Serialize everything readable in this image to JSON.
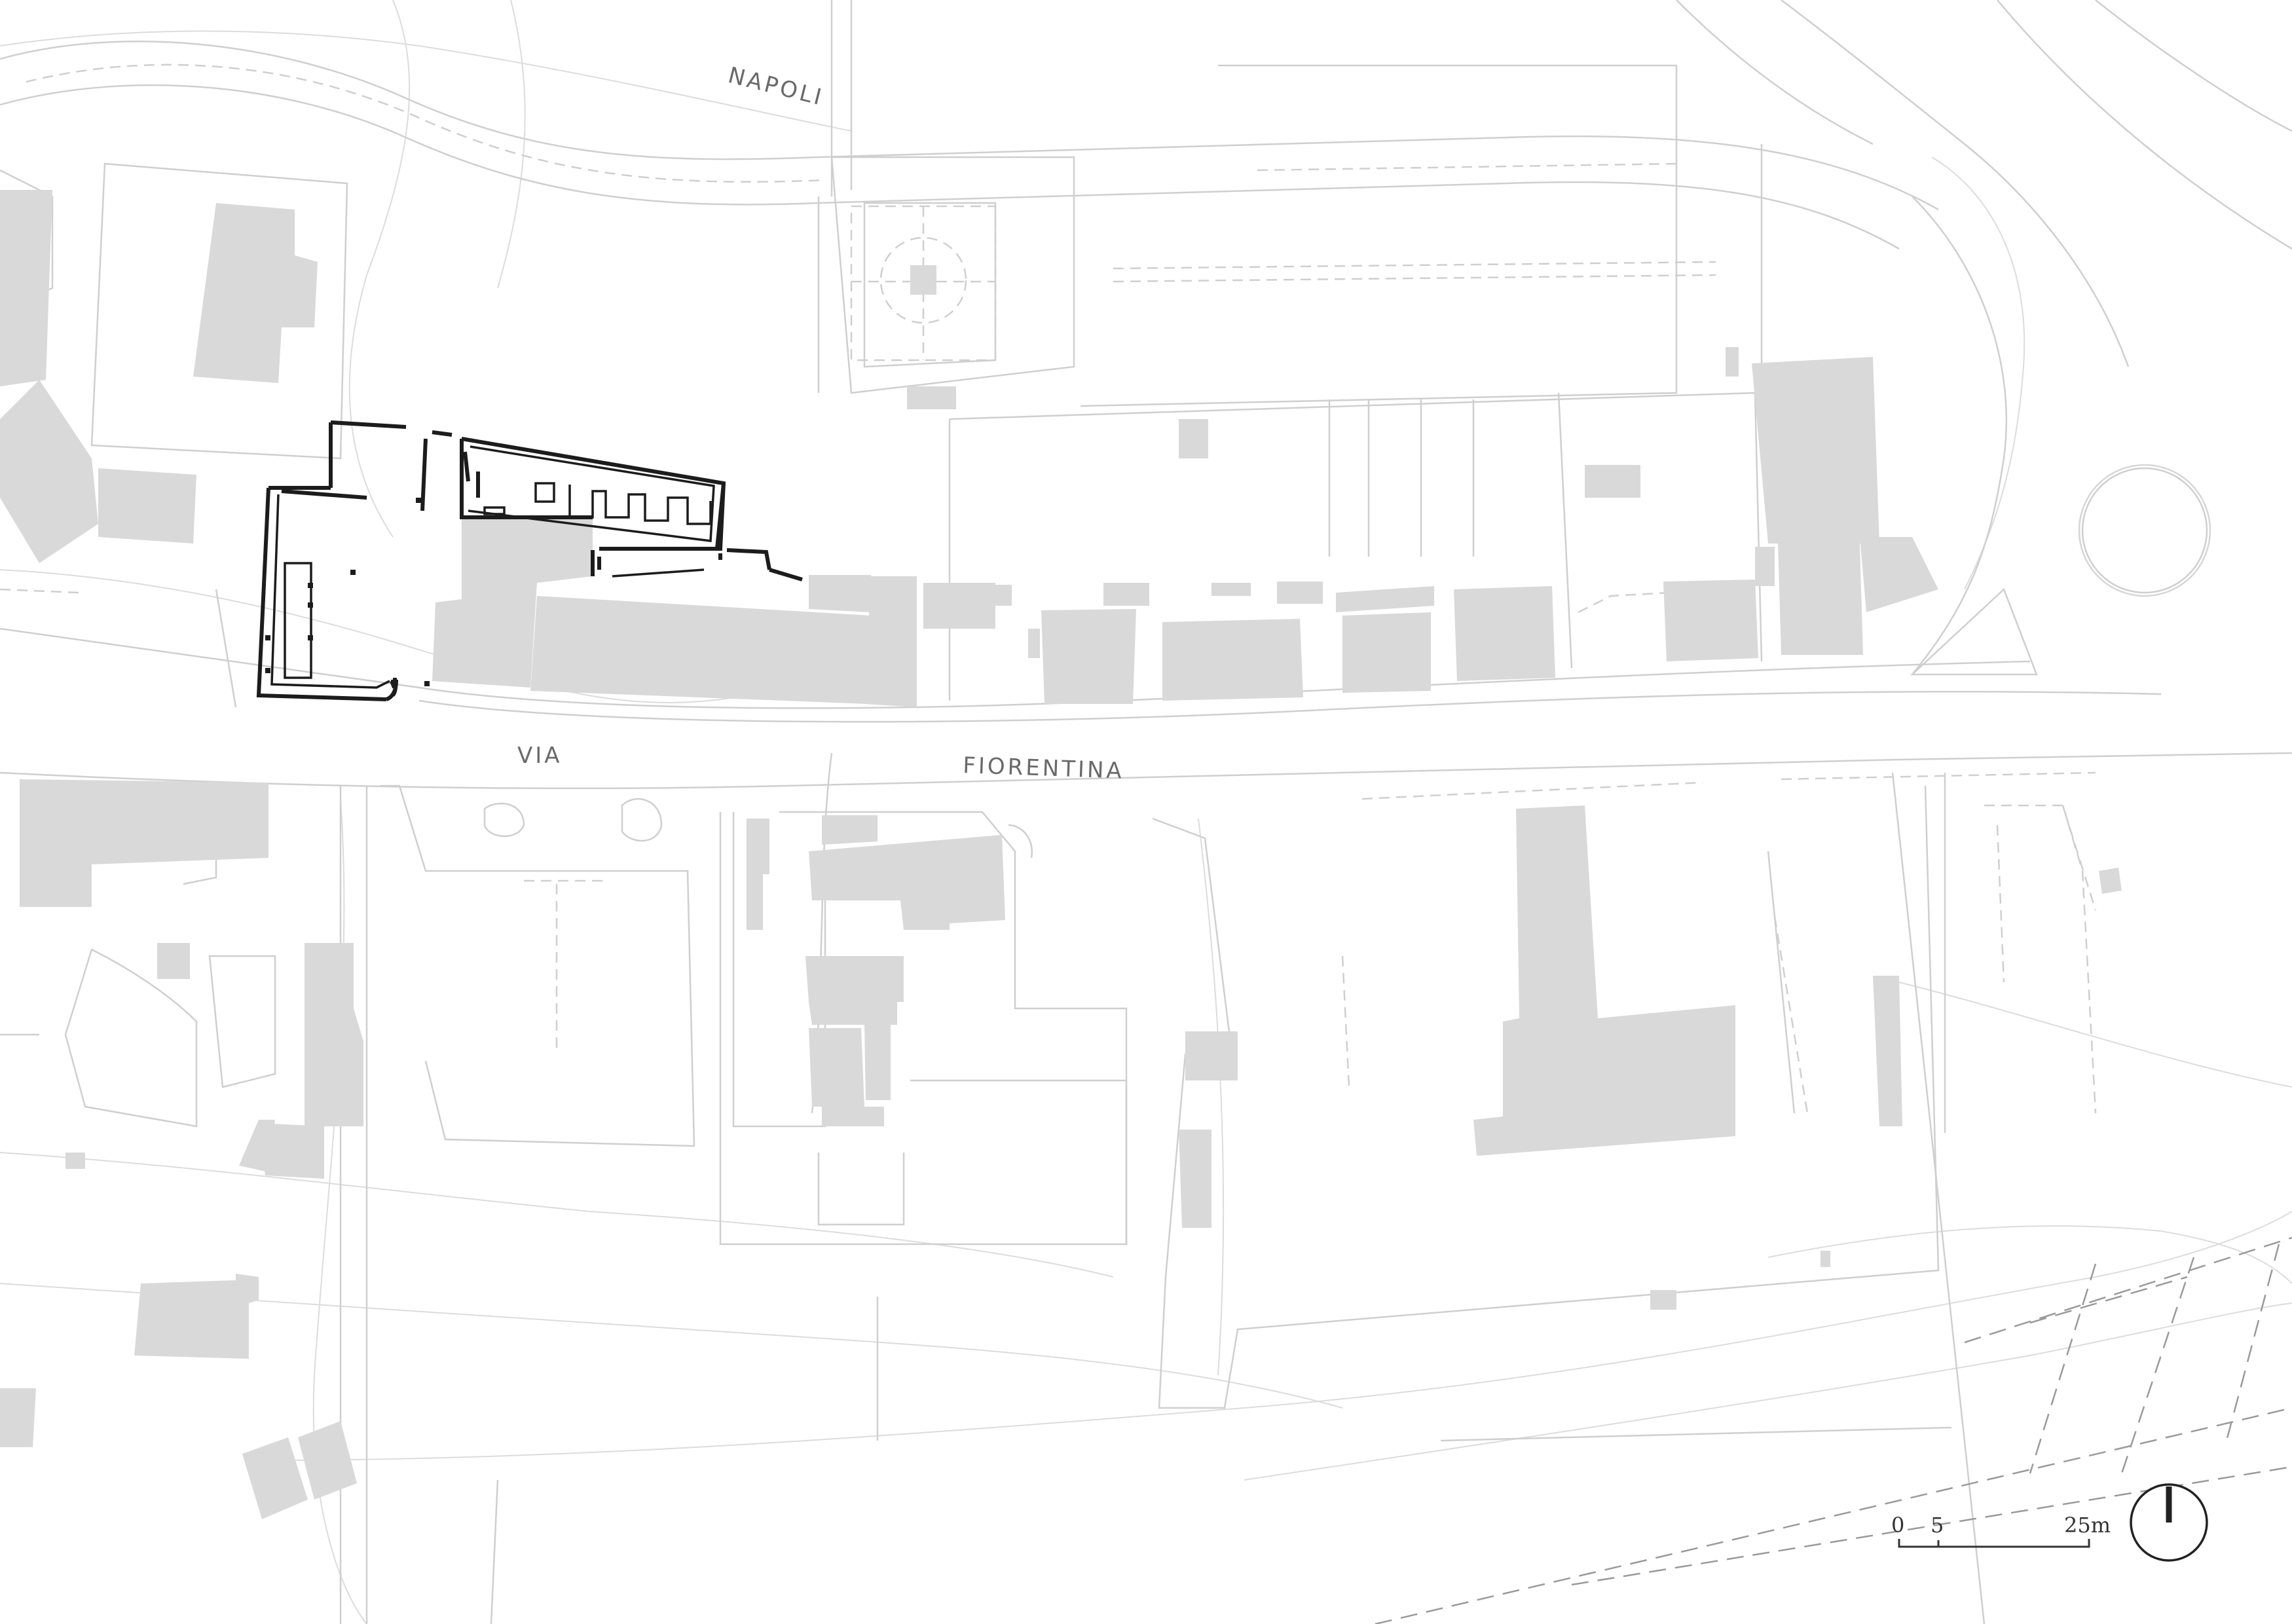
{
  "map": {
    "street_labels": {
      "napoli": "NAPOLI",
      "via": "VIA",
      "fiorentina": "FIORENTINA"
    },
    "scale_bar": {
      "tick_0": "0",
      "tick_5": "5",
      "tick_25": "25m"
    },
    "north_arrow": "north-arrow-icon",
    "colors": {
      "background": "#ffffff",
      "buildings": "#d9d9d9",
      "project_walls": "#1c1c1c",
      "linework": "#cfcfcf"
    }
  }
}
